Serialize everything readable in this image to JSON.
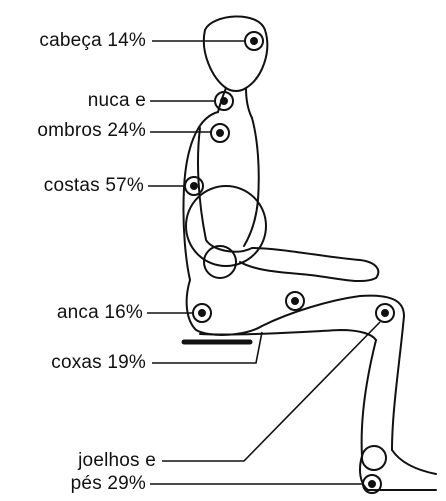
{
  "diagram": {
    "labels": {
      "cabeca": "cabeça 14%",
      "nuca_line1": "nuca e",
      "nuca_line2": "ombros 24%",
      "costas": "costas 57%",
      "anca": "anca 16%",
      "coxas": "coxas 19%",
      "joelhos_line1": "joelhos e",
      "joelhos_line2": "pés 29%"
    }
  }
}
